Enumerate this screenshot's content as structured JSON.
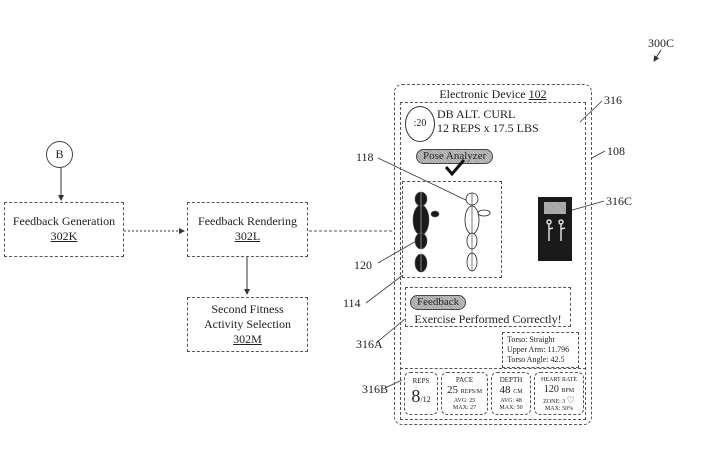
{
  "figure_ref": "300C",
  "connector": {
    "label": "B"
  },
  "flow": {
    "feedback_generation": {
      "title": "Feedback Generation",
      "ref": "302K"
    },
    "feedback_rendering": {
      "title": "Feedback Rendering",
      "ref": "302L"
    },
    "second_selection": {
      "title_line1": "Second Fitness",
      "title_line2": "Activity Selection",
      "ref": "302M"
    }
  },
  "device": {
    "title": "Electronic Device",
    "ref": "102",
    "timer": ":20",
    "exercise_name": "DB ALT. CURL",
    "exercise_detail": "12 REPS x 17.5 LBS",
    "pose_badge": "Pose Analyzer",
    "feedback_badge": "Feedback",
    "feedback_message": "Exercise Performed Correctly!",
    "stats": {
      "line1": "Torso: Straight",
      "line2": "Upper Arm: 11.796",
      "line3": "Torso Angle: 42.5"
    },
    "metrics": {
      "reps": {
        "label": "REPS",
        "value": "8",
        "total": "/12"
      },
      "pace": {
        "label": "PACE",
        "value": "25",
        "unit": "REPS/M",
        "avg": "AVG: 25",
        "max": "MAX: 27"
      },
      "depth": {
        "label": "DEPTH",
        "value": "48",
        "unit": "CM",
        "avg": "AVG: 48",
        "max": "MAX: 50"
      },
      "heart_rate": {
        "label": "HEART RATE",
        "value": "120",
        "unit": "BPM",
        "zone": "ZONE: 3",
        "max": "MAX: 50%"
      }
    }
  },
  "callouts": {
    "c316": "316",
    "c108": "108",
    "c316C": "316C",
    "c118": "118",
    "c120": "120",
    "c114": "114",
    "c316A": "316A",
    "c316B": "316B"
  }
}
